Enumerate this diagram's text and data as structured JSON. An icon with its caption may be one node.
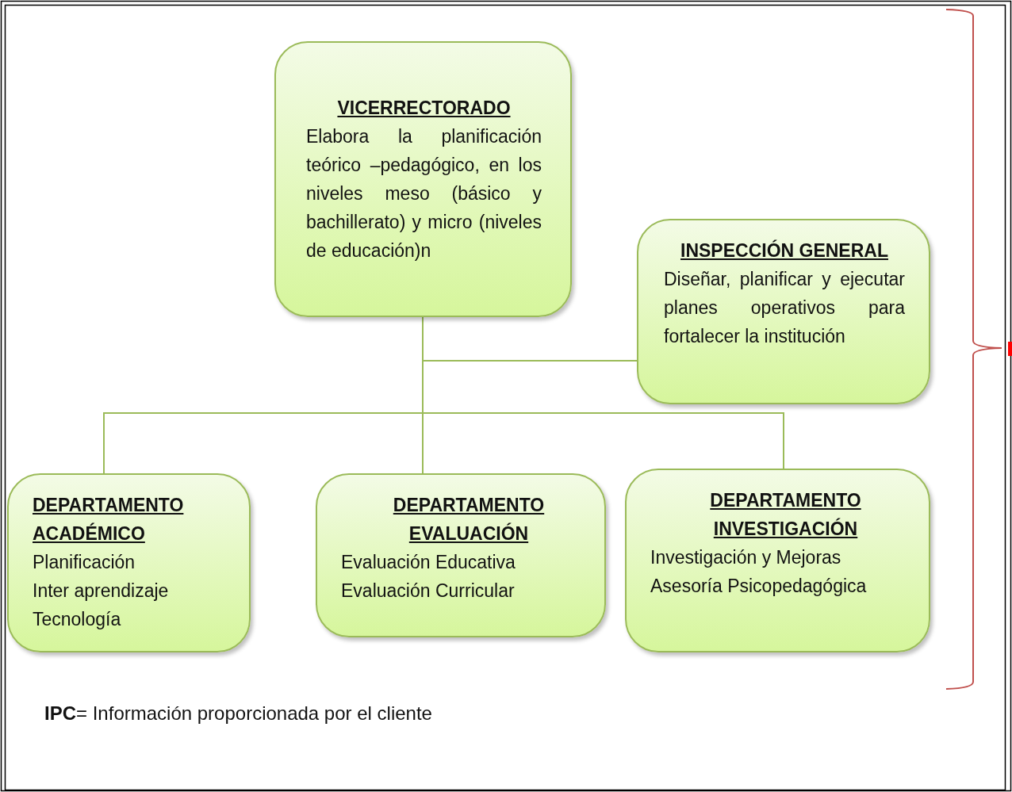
{
  "diagram": {
    "nodes": [
      {
        "text": [
          "VICERRECTORADO",
          "Elabora la planificación teórico –pedagógico, en los niveles meso (básico y bachillerato) y micro (niveles de educación)n"
        ]
      },
      {
        "text": [
          "INSPECCIÓN GENERAL",
          "Diseñar, planificar y ejecutar planes operativos para fortalecer la institución"
        ]
      },
      {
        "text": [
          "DEPARTAMENTO ACADÉMICO",
          "Planificación",
          "Inter aprendizaje",
          "Tecnología"
        ]
      },
      {
        "text": [
          "DEPARTAMENTO EVALUACIÓN",
          "Evaluación Educativa",
          "Evaluación Curricular"
        ]
      },
      {
        "text": [
          "DEPARTAMENTO INVESTIGACIÓN",
          "Investigación y Mejoras",
          "Asesoría Psicopedagógica"
        ]
      }
    ],
    "edges": [
      {
        "from": 0,
        "to": 1,
        "arrow": "none"
      },
      {
        "from": 0,
        "to": 2,
        "arrow": "none"
      },
      {
        "from": 0,
        "to": 3,
        "arrow": "none"
      },
      {
        "from": 0,
        "to": 4,
        "arrow": "none"
      }
    ],
    "labels": [
      "**IPC**= Información proporcionada por el cliente"
    ]
  }
}
